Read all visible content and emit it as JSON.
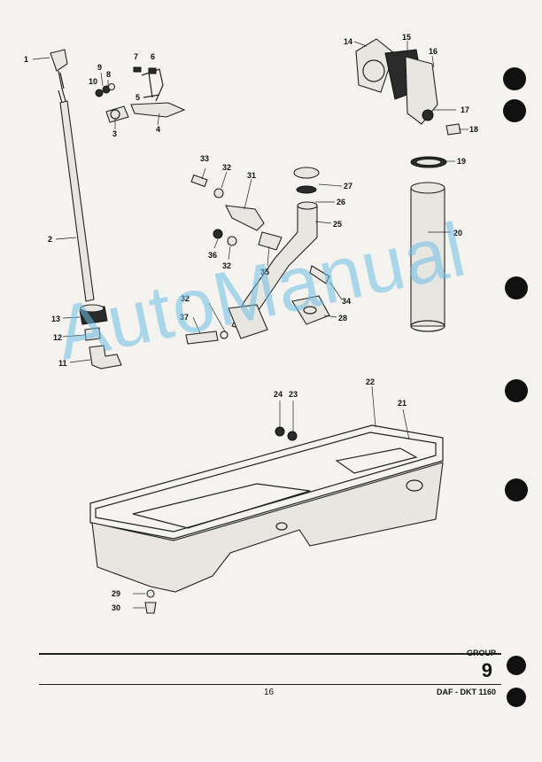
{
  "watermark": "AutoManual",
  "footer": {
    "group_label": "GROUP",
    "group_number": "9",
    "page_number": "16",
    "document_code": "DAF - DKT 1160"
  },
  "callouts": {
    "c1": "1",
    "c2": "2",
    "c3": "3",
    "c4": "4",
    "c5": "5",
    "c6": "6",
    "c7": "7",
    "c8": "8",
    "c9": "9",
    "c10": "10",
    "c11": "11",
    "c12": "12",
    "c13": "13",
    "c14": "14",
    "c15": "15",
    "c16": "16",
    "c17": "17",
    "c18": "18",
    "c19": "19",
    "c20": "20",
    "c21": "21",
    "c22": "22",
    "c23": "23",
    "c24": "24",
    "c25": "25",
    "c26": "26",
    "c27": "27",
    "c28": "28",
    "c29": "29",
    "c30": "30",
    "c31": "31",
    "c32a": "32",
    "c32b": "32",
    "c32c": "32",
    "c33": "33",
    "c34": "34",
    "c35": "35",
    "c36": "36",
    "c37": "37"
  },
  "colors": {
    "watermark": "#6ebee6",
    "ink": "#111111",
    "paper": "#f4f3ef"
  }
}
